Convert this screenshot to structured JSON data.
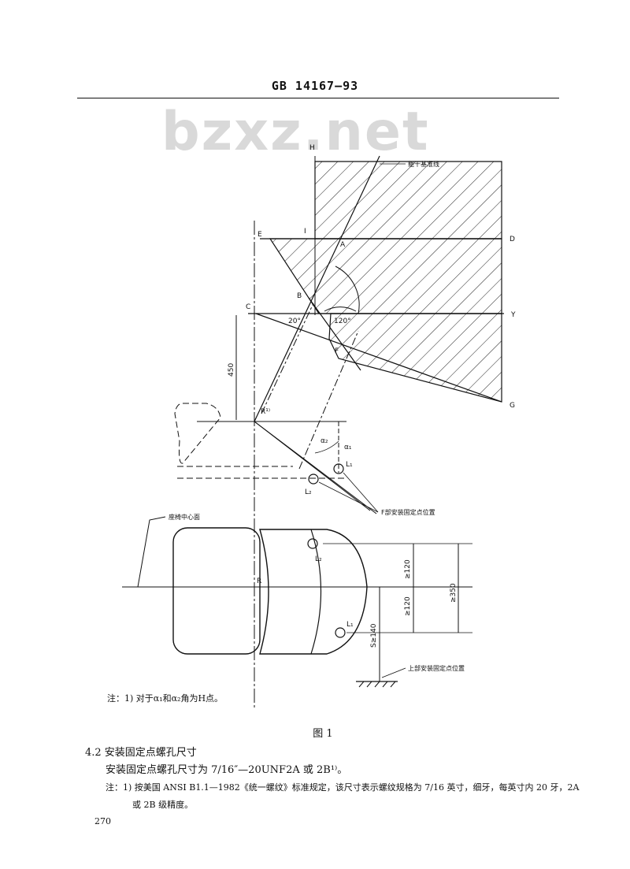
{
  "header": {
    "standard_number": "GB 14167—93"
  },
  "watermark": "bzxz.net",
  "figure": {
    "labels": {
      "H": "H",
      "I": "I",
      "E": "E",
      "A": "A",
      "D": "D",
      "B": "B",
      "C": "C",
      "Y": "Y",
      "F": "F",
      "G": "G",
      "R1": "R¹⁾",
      "R2": "R",
      "angle20": "20°",
      "angle120": "120°",
      "alpha1": "α₁",
      "alpha2": "α₂",
      "L1a": "L₁",
      "L2a": "L₂",
      "L2b": "L₂",
      "L1b": "L₁",
      "dim450": "450",
      "dim120a": "≥120",
      "dim120b": "≥120",
      "dim350": "≥350",
      "dim140": "S≥140"
    },
    "callouts": {
      "torso_line": "躯干基准线",
      "lower_anchor": "F部安装固定点位置",
      "seat_center": "座椅中心面",
      "upper_anchor": "上部安装固定点位置"
    },
    "note": "注：1) 对于α₁和α₂角为H点。",
    "caption": "图 1"
  },
  "section": {
    "heading": "4.2   安装固定点螺孔尺寸",
    "body": "安装固定点螺孔尺寸为 7/16″—20UNF2A 或 2B¹⁾。",
    "note_line1": "注：1) 按美国 ANSI B1.1—1982《统一螺纹》标准规定，该尺寸表示螺纹规格为 7/16 英寸，细牙，每英寸内 20 牙，2A",
    "note_line2": "或 2B 级精度。"
  },
  "page_number": "270"
}
